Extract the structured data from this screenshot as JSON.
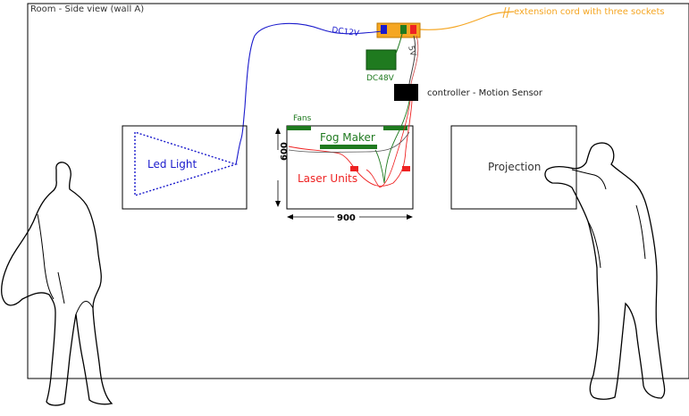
{
  "room": {
    "title": "Room  - Side view (wall A)"
  },
  "power": {
    "extension_label": "extension cord with three sockets",
    "dc12_label": "DC12V",
    "dc48_label": "DC48V",
    "five_v_label": "5V"
  },
  "controller": {
    "label": "controller - Motion Sensor"
  },
  "led": {
    "label": "Led Light"
  },
  "fog": {
    "fans_label": "Fans",
    "fog_label": "Fog Maker",
    "laser_label": "Laser Units",
    "width_label": "900",
    "height_label": "600"
  },
  "projection": {
    "label": "Projection"
  },
  "colors": {
    "blue": "#1a1acc",
    "green": "#1f7a1f",
    "red": "#ee2222",
    "orange": "#f5a623",
    "black": "#000000"
  }
}
